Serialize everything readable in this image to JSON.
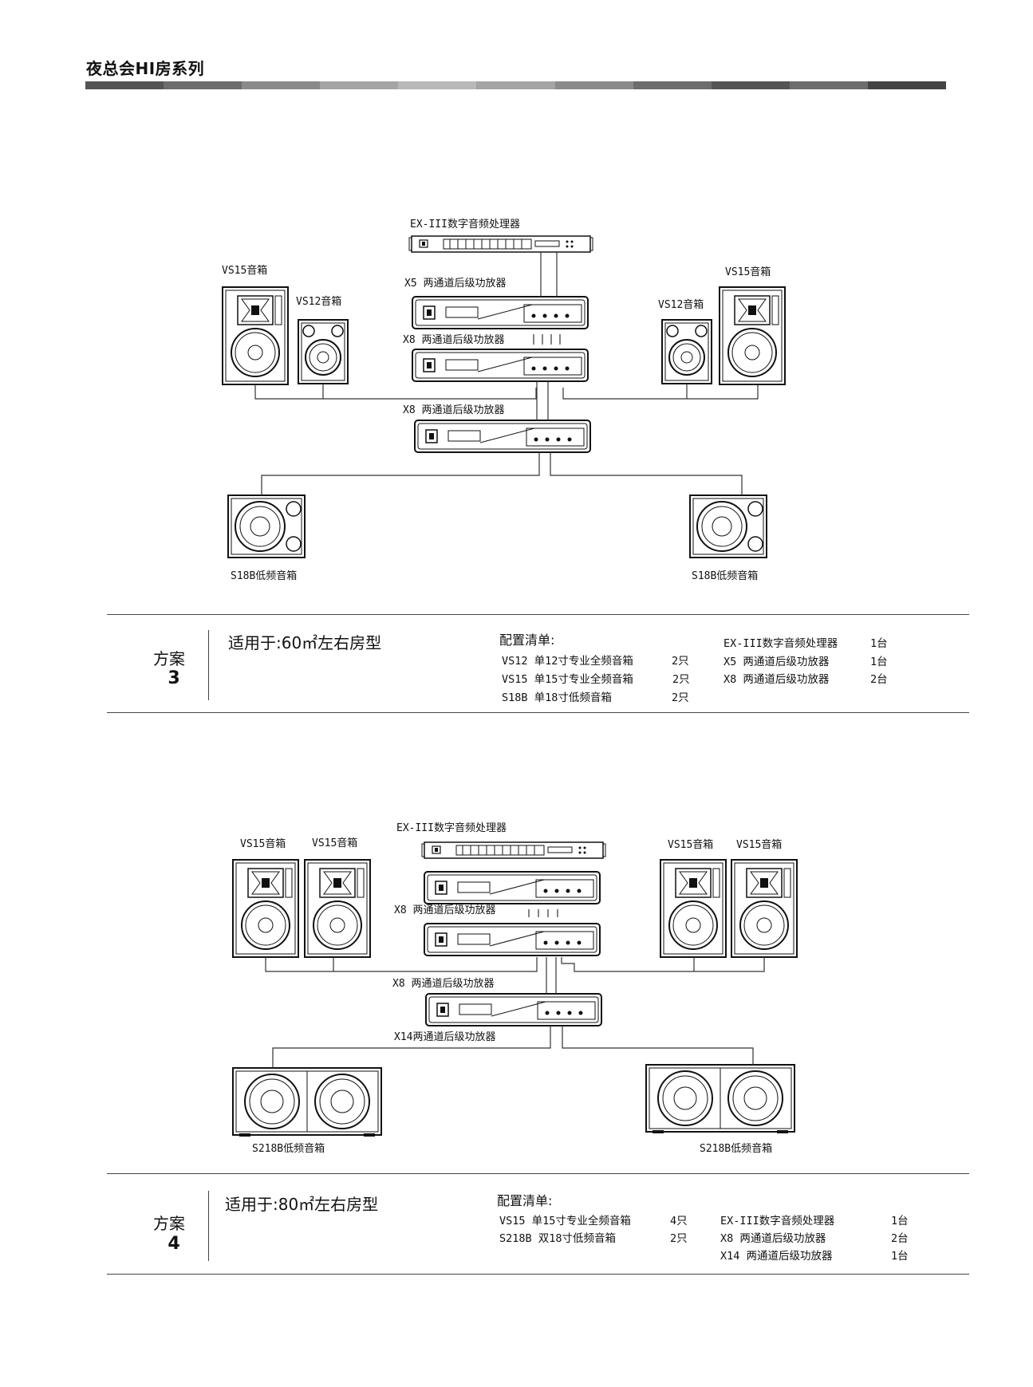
{
  "header": {
    "title": "夜总会HI房系列",
    "bar_colors": [
      "#555555",
      "#6d6d6d",
      "#8a8a8a",
      "#a4a4a4",
      "#b8b8b8",
      "#a4a4a4",
      "#8a8a8a",
      "#6d6d6d",
      "#555555",
      "#6d6d6d",
      "#444444"
    ]
  },
  "plan3": {
    "labels": {
      "processor": "EX-III数字音频处理器",
      "x5": "X5 两通道后级功放器",
      "x8a": "X8 两通道后级功放器",
      "x8b": "X8 两通道后级功放器",
      "vs15_left": "VS15音箱",
      "vs12_left": "VS12音箱",
      "vs12_right": "VS12音箱",
      "vs15_right": "VS15音箱",
      "sub_left": "S18B低频音箱",
      "sub_right": "S18B低频音箱"
    },
    "plan_label": "方案",
    "plan_num": "3",
    "applies": "适用于:60㎡左右房型",
    "config_title": "配置清单:",
    "config_left": [
      {
        "item": "VS12 单12寸专业全频音箱",
        "qty": "2只"
      },
      {
        "item": "VS15 单15寸专业全频音箱",
        "qty": "2只"
      },
      {
        "item": "S18B 单18寸低频音箱",
        "qty": "2只"
      }
    ],
    "config_right": [
      {
        "item": "EX-III数字音频处理器",
        "qty": "1台"
      },
      {
        "item": "X5 两通道后级功放器",
        "qty": "1台"
      },
      {
        "item": "X8 两通道后级功放器",
        "qty": "2台"
      }
    ]
  },
  "plan4": {
    "labels": {
      "processor": "EX-III数字音频处理器",
      "x8a": "X8 两通道后级功放器",
      "x8b": "X8 两通道后级功放器",
      "x14": "X14两通道后级功放器",
      "vs15_1": "VS15音箱",
      "vs15_2": "VS15音箱",
      "vs15_3": "VS15音箱",
      "vs15_4": "VS15音箱",
      "sub_left": "S218B低频音箱",
      "sub_right": "S218B低频音箱"
    },
    "plan_label": "方案",
    "plan_num": "4",
    "applies": "适用于:80㎡左右房型",
    "config_title": "配置清单:",
    "config_left": [
      {
        "item": "VS15 单15寸专业全频音箱",
        "qty": "4只"
      },
      {
        "item": "S218B 双18寸低频音箱",
        "qty": "2只"
      }
    ],
    "config_right": [
      {
        "item": "EX-III数字音频处理器",
        "qty": "1台"
      },
      {
        "item": "X8 两通道后级功放器",
        "qty": "2台"
      },
      {
        "item": "X14 两通道后级功放器",
        "qty": "1台"
      }
    ]
  }
}
